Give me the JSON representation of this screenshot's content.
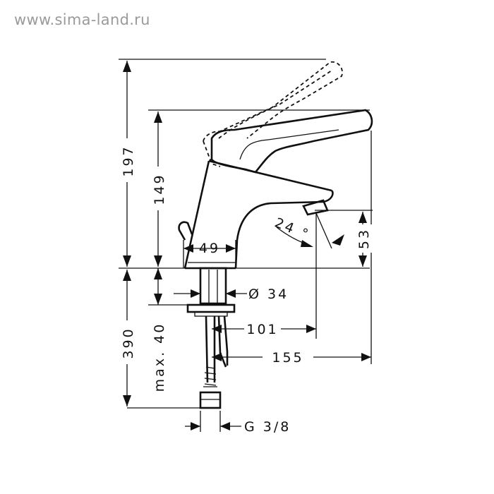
{
  "watermark": "www.sima-land.ru",
  "dimensions": {
    "total_height": "197",
    "faucet_height": "149",
    "body_width": "49",
    "spout_angle": "24 °",
    "spout_height": "53",
    "shank_diameter": "Ø 34",
    "shank_length": "390",
    "max_thickness": "max. 40",
    "reach": "101",
    "handle_reach": "155",
    "thread": "G 3/8"
  }
}
